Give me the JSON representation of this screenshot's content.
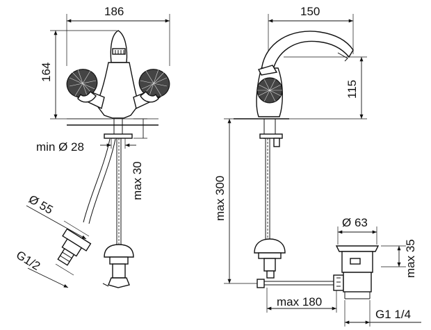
{
  "dimensions": {
    "front_width": "186",
    "front_height": "164",
    "min_hole": "min Ø 28",
    "max_thickness": "max 30",
    "flex_diameter": "Ø 55",
    "thread_inlet": "G1/2",
    "side_depth": "150",
    "spout_height": "115",
    "max_length": "max 300",
    "waste_diameter": "Ø 63",
    "waste_height": "max 35",
    "rod_length": "max 180",
    "waste_thread": "G1 1/4"
  }
}
